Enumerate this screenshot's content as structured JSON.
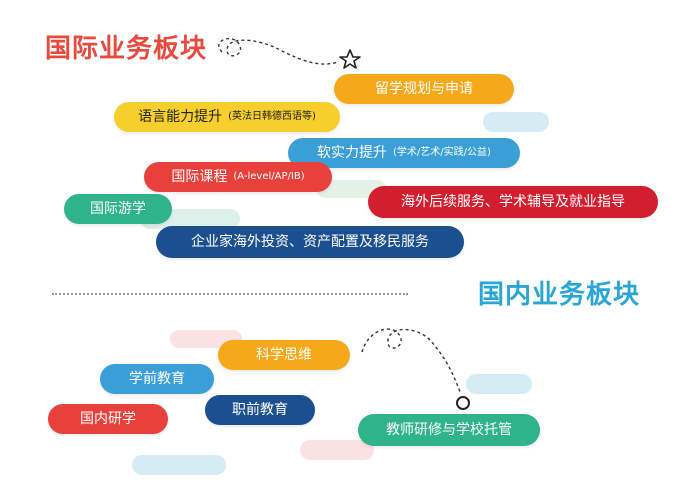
{
  "international": {
    "title": "国际业务板块",
    "items": [
      {
        "id": "study-abroad",
        "label": "留学规划与申请",
        "sub": "",
        "color": "#f6a81b"
      },
      {
        "id": "language",
        "label": "语言能力提升",
        "sub": "(英法日韩德西语等)",
        "color": "#f6cf2d"
      },
      {
        "id": "soft-skill",
        "label": "软实力提升",
        "sub": "(学术/艺术/实践/公益)",
        "color": "#3a9fd6"
      },
      {
        "id": "intl-course",
        "label": "国际课程",
        "sub": "(A-level/AP/IB)",
        "color": "#e8403a"
      },
      {
        "id": "after-service",
        "label": "海外后续服务、学术辅导及就业指导",
        "sub": "",
        "color": "#d21f2f"
      },
      {
        "id": "study-tour",
        "label": "国际游学",
        "sub": "",
        "color": "#2fb38a"
      },
      {
        "id": "investment",
        "label": "企业家海外投资、资产配置及移民服务",
        "sub": "",
        "color": "#1b4f8f"
      }
    ]
  },
  "domestic": {
    "title": "国内业务板块",
    "items": [
      {
        "id": "sci-thinking",
        "label": "科学思维",
        "color": "#f6a81b"
      },
      {
        "id": "preschool",
        "label": "学前教育",
        "color": "#3a9fd6"
      },
      {
        "id": "vocational",
        "label": "职前教育",
        "color": "#1b4f8f"
      },
      {
        "id": "domestic-study",
        "label": "国内研学",
        "color": "#e8403a"
      },
      {
        "id": "teacher-training",
        "label": "教师研修与学校托管",
        "color": "#2fb38a"
      }
    ]
  }
}
